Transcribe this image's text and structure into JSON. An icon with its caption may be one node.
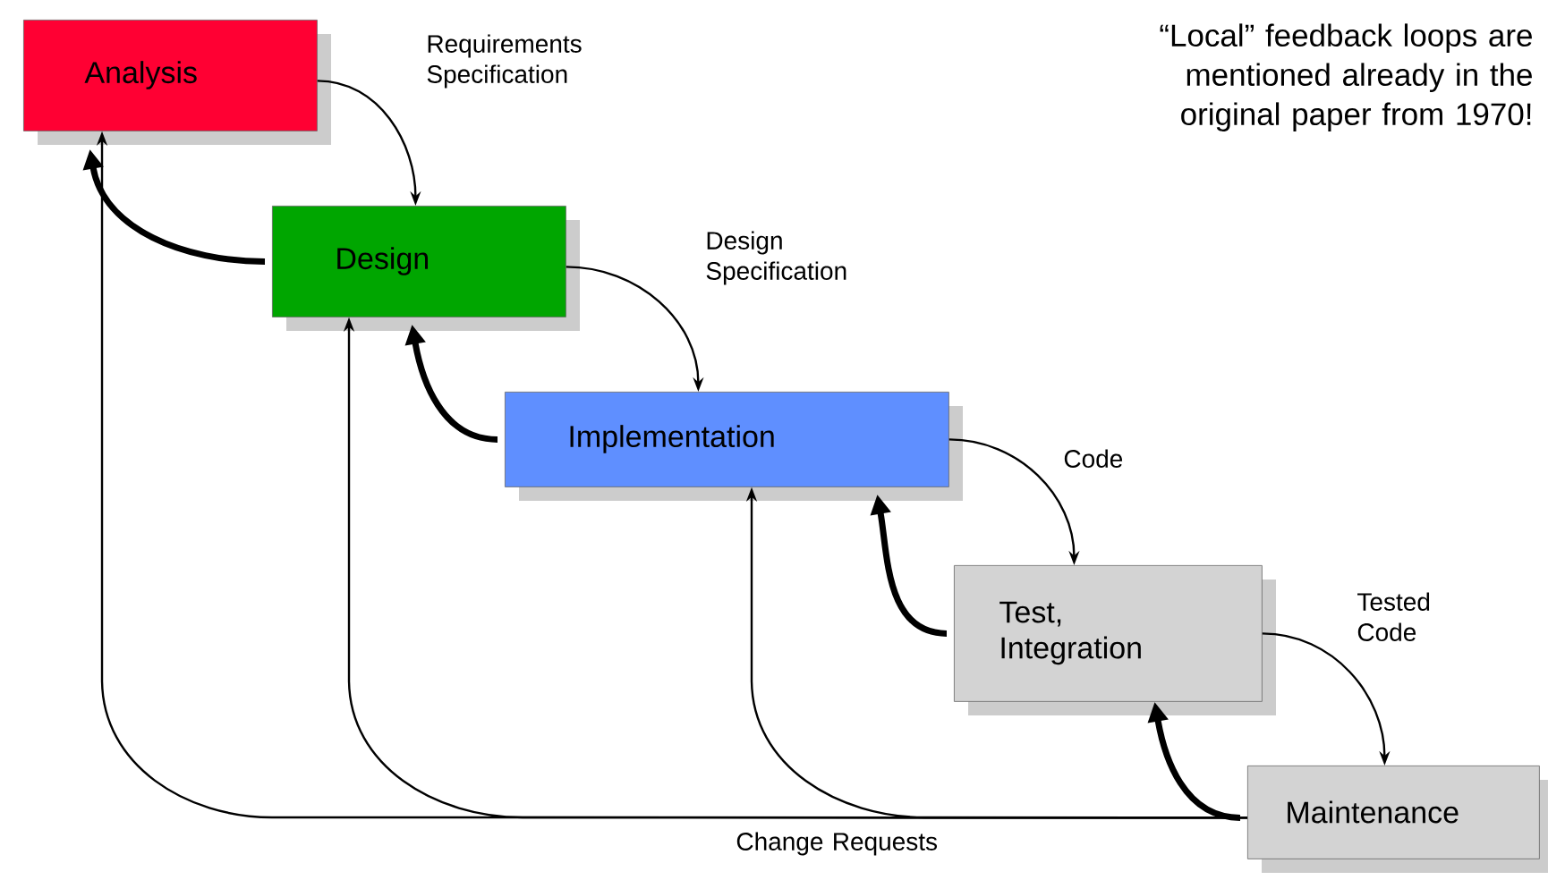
{
  "diagram": {
    "nodes": [
      {
        "text": [
          "Analysis"
        ]
      },
      {
        "text": [
          "Design"
        ]
      },
      {
        "text": [
          "Implementation"
        ]
      },
      {
        "text": [
          "Test, Integration"
        ]
      },
      {
        "text": [
          "Maintenance"
        ]
      }
    ],
    "edges": [
      {
        "from": 0,
        "to": 1,
        "arrow": "to",
        "label": "Requirements Specification"
      },
      {
        "from": 1,
        "to": 0,
        "arrow": "to",
        "style": "thick"
      },
      {
        "from": 1,
        "to": 2,
        "arrow": "to",
        "label": "Design Specification"
      },
      {
        "from": 2,
        "to": 1,
        "arrow": "to",
        "style": "thick"
      },
      {
        "from": 2,
        "to": 3,
        "arrow": "to",
        "label": "Code"
      },
      {
        "from": 3,
        "to": 2,
        "arrow": "to",
        "style": "thick"
      },
      {
        "from": 3,
        "to": 4,
        "arrow": "to",
        "label": "Tested Code"
      },
      {
        "from": 4,
        "to": 3,
        "arrow": "to",
        "style": "thick"
      },
      {
        "from": 4,
        "to": 0,
        "arrow": "to"
      },
      {
        "from": 4,
        "to": 1,
        "arrow": "to"
      },
      {
        "from": 4,
        "to": 2,
        "arrow": "to",
        "label": "Change Requests"
      }
    ],
    "labels": [
      "“Local” feedback loops are mentioned already in the original paper from 1970!"
    ]
  }
}
